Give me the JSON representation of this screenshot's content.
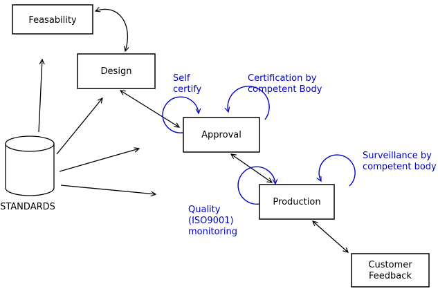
{
  "nodes": {
    "feasability": "Feasability",
    "design": "Design",
    "approval": "Approval",
    "production": "Production",
    "customer_feedback": {
      "line1": "Customer",
      "line2": "Feedback"
    },
    "standards": "STANDARDS"
  },
  "annotations": {
    "self_certify": {
      "line1": "Self",
      "line2": "certify"
    },
    "certification": {
      "line1": "Certification by",
      "line2": "competent Body"
    },
    "surveillance": {
      "line1": "Surveillance by",
      "line2": "competent body"
    },
    "quality": {
      "line1": "Quality",
      "line2": "(ISO9001)",
      "line3": "monitoring"
    }
  },
  "colors": {
    "annotation_blue": "#0000bf",
    "line_black": "#000000",
    "node_fill": "#ffffff"
  },
  "edges": [
    {
      "from": "feasability",
      "to": "design",
      "type": "bidirectional"
    },
    {
      "from": "design",
      "to": "approval",
      "type": "bidirectional"
    },
    {
      "from": "approval",
      "to": "production",
      "type": "bidirectional"
    },
    {
      "from": "production",
      "to": "customer_feedback",
      "type": "bidirectional"
    },
    {
      "from": "standards",
      "to": "feasability",
      "type": "directed"
    },
    {
      "from": "standards",
      "to": "design",
      "type": "directed"
    },
    {
      "from": "standards",
      "to": "approval",
      "type": "directed"
    },
    {
      "from": "standards",
      "to": "production",
      "type": "directed"
    }
  ],
  "loops": [
    {
      "on": "approval",
      "label": "self_certify"
    },
    {
      "on": "approval",
      "label": "certification"
    },
    {
      "on": "production",
      "label": "quality"
    },
    {
      "on": "production",
      "label": "surveillance"
    }
  ]
}
